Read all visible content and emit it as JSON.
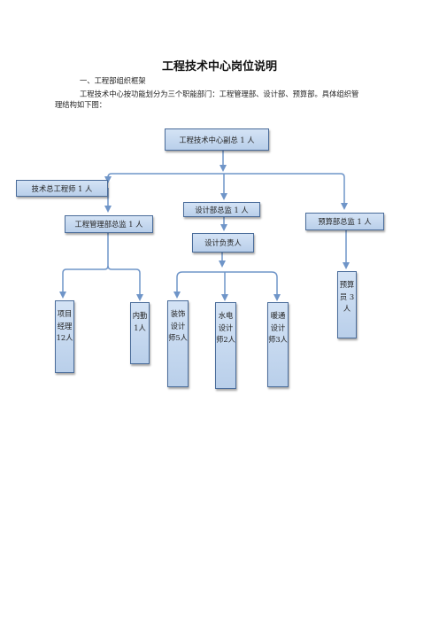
{
  "document": {
    "title": "工程技术中心岗位说明",
    "section_heading": "一、工程部组织框架",
    "intro_line1": "工程技术中心按功能划分为三个职能部门：工程管理部、设计部、预算部。具体组织管",
    "intro_line2": "理结构如下图："
  },
  "org_chart": {
    "root": "工程技术中心副总 1 人",
    "chief_engineer": "技术总工程师 1 人",
    "engineering_management_director": "工程管理部总监 1 人",
    "design_director": "设计部总监 1 人",
    "budget_director": "预算部总监 1 人",
    "design_lead": "设计负责人",
    "project_manager": "项目经理12人",
    "internal_service": "内勤1人",
    "decoration_designer": "装饰设计师5人",
    "mep_designer": "水电设计师2人",
    "hvac_designer": "暖通设计师3人",
    "budget_staff": "预算员 3人"
  },
  "colors": {
    "box_fill_top": "#d4e3f5",
    "box_fill_bottom": "#b9cfea",
    "box_border": "#4a6c9a",
    "connector": "#6f95c8"
  }
}
